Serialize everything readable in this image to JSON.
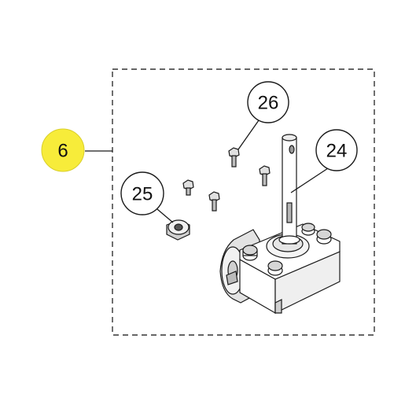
{
  "callouts": {
    "assembly": {
      "label": "6",
      "highlight_color": "#f7ec3a"
    },
    "screws": {
      "label": "26"
    },
    "shaft": {
      "label": "24"
    },
    "bushing": {
      "label": "25"
    }
  },
  "colors": {
    "line": "#1a1a1a",
    "part_fill": "#ffffff",
    "part_shade": "#e3e3e3",
    "part_dark": "#9a9a9a"
  }
}
